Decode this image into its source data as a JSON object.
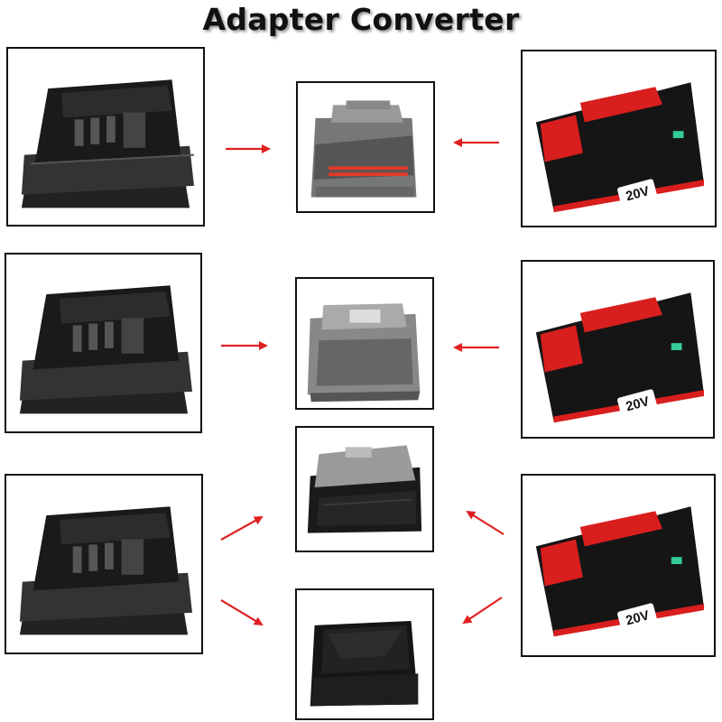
{
  "title": "Adapter Converter",
  "colors": {
    "arrow": "#e02020",
    "battery_red": "#d91e1e",
    "border": "#111111"
  },
  "images": {
    "left": [
      "adapter-image",
      "adapter-image",
      "adapter-image"
    ],
    "center": [
      "grey-battery-with-red-stripes",
      "grey-battery-slide",
      "grey-black-battery",
      "black-battery-pack"
    ],
    "right": [
      "red-black-20v-battery",
      "red-black-20v-battery",
      "red-black-20v-battery"
    ]
  },
  "battery_label": "20V"
}
